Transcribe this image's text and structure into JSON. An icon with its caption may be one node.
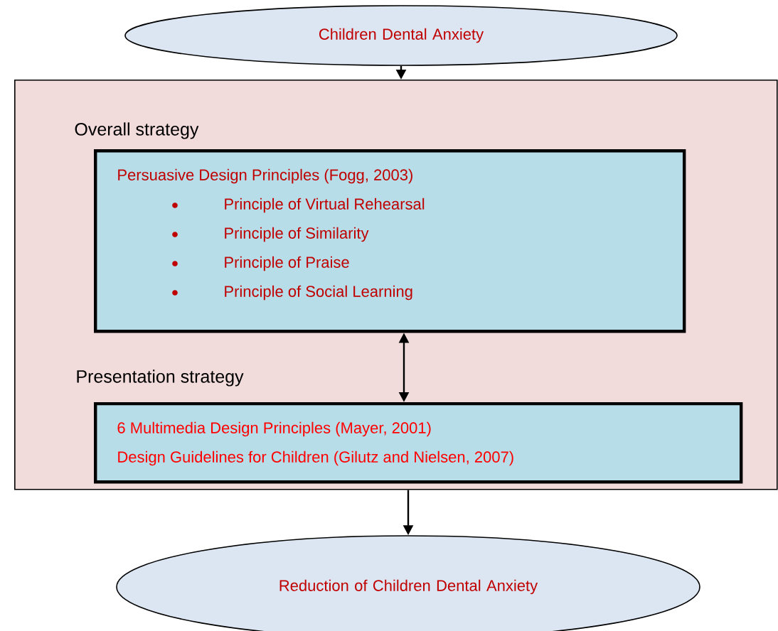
{
  "diagram": {
    "nodes": [
      {
        "text": [
          "Children Dental Anxiety"
        ]
      },
      {
        "text": [],
        "shape": "box"
      },
      {
        "text": [
          "Overall strategy",
          "Persuasive Design Principles (Fogg, 2003)",
          "Principle of Virtual Rehearsal",
          "Principle of Similarity",
          "Principle of Praise",
          "Principle of Social Learning"
        ],
        "in": 1
      },
      {
        "text": [
          "Presentation strategy",
          "6 Multimedia Design Principles (Mayer, 2001)",
          "Design Guidelines for Children (Gilutz and Nielsen, 2007)"
        ],
        "in": 1
      },
      {
        "text": [
          "Reduction of Children Dental Anxiety"
        ]
      }
    ],
    "edges": [
      {
        "from": 0,
        "to": 1,
        "arrow": "to"
      },
      {
        "from": 2,
        "to": 3,
        "arrow": "both"
      },
      {
        "from": 1,
        "to": 4,
        "arrow": "to"
      }
    ]
  }
}
